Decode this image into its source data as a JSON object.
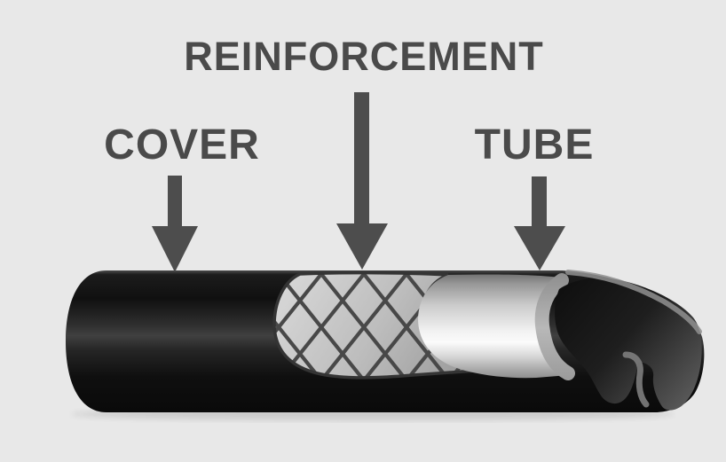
{
  "diagram": {
    "type": "hose-construction-cutaway",
    "labels": {
      "cover": "COVER",
      "reinforcement": "REINFORCEMENT",
      "tube": "TUBE"
    },
    "parts": [
      {
        "id": "cover",
        "label": "COVER",
        "description_from_pixels": "black outer layer of hose"
      },
      {
        "id": "reinforcement",
        "label": "REINFORCEMENT",
        "description_from_pixels": "gray crosshatched braid layer"
      },
      {
        "id": "tube",
        "label": "TUBE",
        "description_from_pixels": "silver inner tube with cutaway bore at right end"
      }
    ]
  },
  "colors": {
    "background": "#e8e8e8",
    "label-text": "#4a4a4a",
    "arrow": "#4d4d4d",
    "braid-line": "#484848",
    "rim": "#a8a8a8",
    "cover-black": "#111111",
    "braid-base": "#bfbfbf",
    "tube-highlight": "#f7f7f7",
    "bore-dark": "#1c1c1c"
  }
}
